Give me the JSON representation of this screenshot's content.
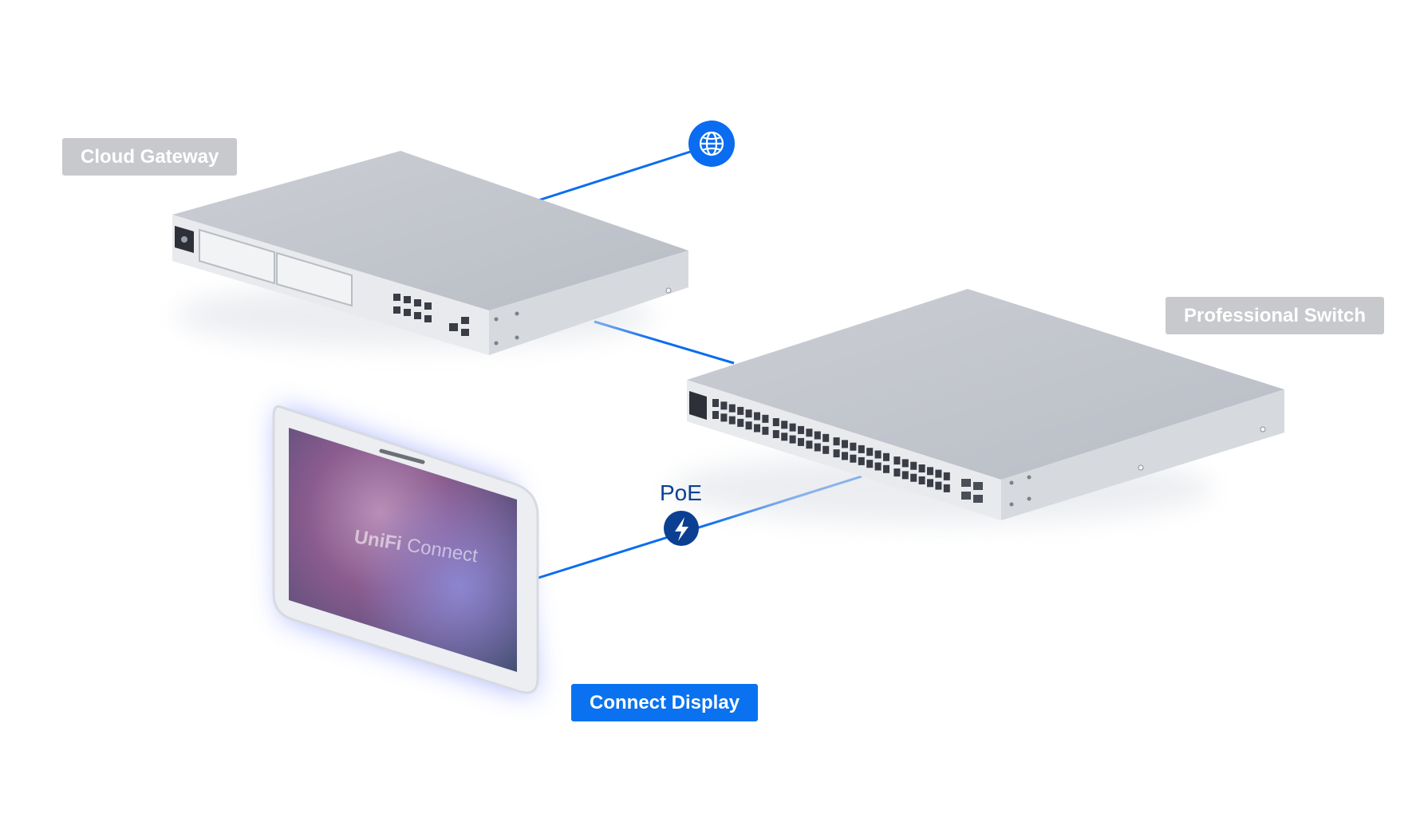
{
  "labels": {
    "cloud_gateway": "Cloud Gateway",
    "professional_switch": "Professional Switch",
    "connect_display": "Connect Display",
    "poe": "PoE"
  },
  "display": {
    "brand_bold": "UniFi",
    "brand_light": "Connect"
  },
  "icons": {
    "internet": "globe-icon",
    "poe": "lightning-bolt-icon"
  },
  "colors": {
    "link": "#0a6cf0",
    "label_gray": "#c8c9cc",
    "label_blue": "#0a72f0",
    "poe_badge": "#0b3f92",
    "device_top": "#c3c7ce",
    "device_front": "#e8e9ec",
    "display_glow": "#6f86ff"
  }
}
